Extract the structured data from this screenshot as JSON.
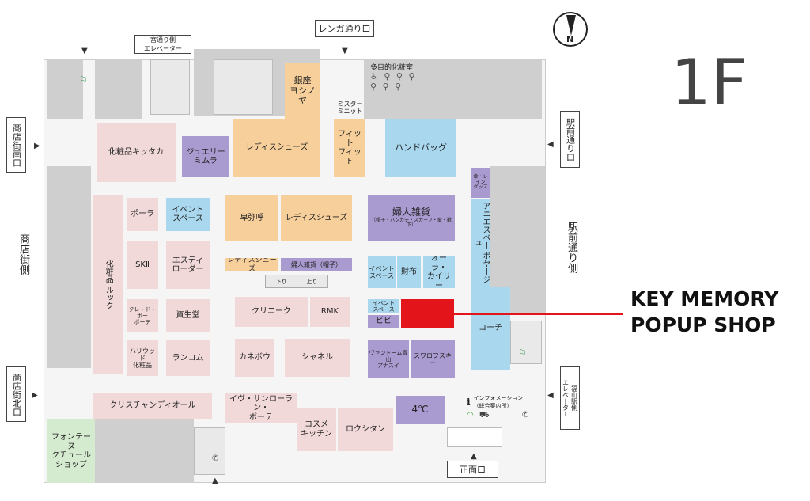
{
  "floor_label": "1F",
  "compass_letter": "N",
  "callout": {
    "line1": "KEY MEMORY",
    "line2": "POPUP SHOP",
    "color": "#e3151a"
  },
  "entrances": {
    "renga": "レンガ通り口",
    "shotengai_minami": "商店街南口",
    "shotengai_gawa": "商店街側",
    "shotengai_kita": "商店街北口",
    "eki_mae": "駅前通り口",
    "eki_mae_gawa": "駅前通り側",
    "shomen": "正面口"
  },
  "elevators": {
    "miya": "宮通り側\nエレベーター",
    "fukuyama": "福山駅側\nエレベーター"
  },
  "facilities": {
    "restroom": "多目的化粧室",
    "info": "インフォメーション\n（総合案内所）"
  },
  "shops": {
    "ginza": "銀座\nヨシノヤ",
    "mister": "ミスター\nミニット",
    "kittaka": "化粧品キッタカ",
    "jewelry": "ジュエリー\nミムラ",
    "ladies1": "レディスシューズ",
    "fitfit": "フィット\nフィット",
    "handbag": "ハンドバッグ",
    "kasa": "傘・レイン\nグッズ",
    "look": "化粧品 ルック",
    "pola": "ポーラ",
    "event1": "イベント\nスペース",
    "himiko": "卑弥呼",
    "ladies2": "レディスシューズ",
    "fujin": "婦人雑貨",
    "fujin_sub": "（帽子・ハンカチ・スカーフ・傘・靴下）",
    "anies": "アニエスベー ボヤージュ",
    "sk2": "SKⅡ",
    "estee": "エスティ\nローダー",
    "ladies3": "レディスシューズ",
    "fujin_hat": "婦人雑貨（帽子）",
    "nobori": "上り",
    "kudari": "下り",
    "event2": "イベント\nスペース",
    "saifu": "財布",
    "orla": "オーラ・\nカイリー",
    "clede": "クレ・ド・ポー\nボーテ",
    "shiseido": "資生堂",
    "clinique": "クリニーク",
    "rmk": "RMK",
    "event3": "イベント\nスペース",
    "bibi": "ビビ",
    "coach": "コーチ",
    "hollywood": "ハリウッド\n化粧品",
    "lancome": "ランコム",
    "kanebo": "カネボウ",
    "chanel": "シャネル",
    "vendome": "ヴァンドーム青山\nアナスイ",
    "swarovski": "スワロフスキー",
    "dior": "クリスチャンディオール",
    "ysl": "イヴ・サンローラン・\nボーテ",
    "cosme": "コスメ\nキッチン",
    "loccitane": "ロクシタン",
    "fourc": "4℃",
    "fontaine": "フォンテーヌ\nクチュール\nショップ"
  },
  "colors": {
    "pink": "#f2d9d9",
    "orange": "#f6cf9b",
    "purple": "#a99ad0",
    "blue": "#a9d7ee",
    "green": "#d5ebcf",
    "popup": "#e3151a"
  }
}
